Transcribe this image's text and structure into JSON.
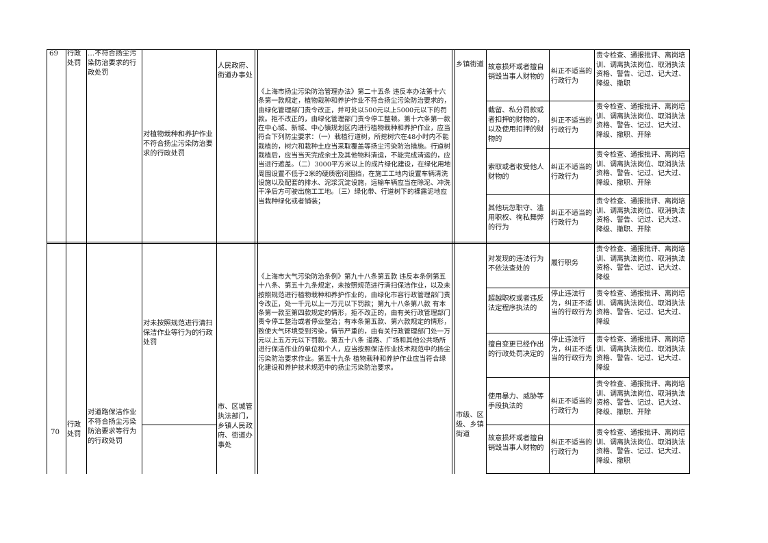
{
  "row69": {
    "num": "69",
    "category": "行政处罚",
    "item": "…不符合扬尘污染防治要求的行政处罚",
    "subitem": "对植物栽种和养护作业不符合扬尘污染防治要求的行政处罚",
    "department": "人民政府、街道办事处",
    "basis": "《上海市扬尘污染防治管理办法》第二十五条 违反本办法第十六条第一款规定，植物栽种和养护作业不符合扬尘污染防治要求的，由绿化管理部门责令改正，并可处以500元以上5000元以下的罚款。拒不改正的，由绿化管理部门责令停工整顿。第十六条第一款 在中心城、新城、中心镇规划区内进行植物栽种和养护作业，应当符合下列防尘要求：（一）栽植行道树，所挖树穴在48小时内不能栽植的，树穴和栽种土应当采取覆盖等扬尘污染防治措施。行道树栽植后，应当当天完成余土及其他物料清运，不能完成清运的，应当进行遮盖。（二）3000平方米以上的成片绿化建设，在绿化用地周围设置不低于2米的硬质密闭围挡，在施工工地内设置车辆清洗设施以及配套的排水、泥浆沉淀设施，运输车辆应当在除泥、冲洗干净后方可驶出施工工地。（三）绿化带、行道树下的裸露泥地应当栽种绿化或者铺装；",
    "level": "乡镇街道",
    "entries": [
      {
        "case": "故意损坏或者擅自销毁当事人财物的",
        "cond": "纠正不适当的行政行为",
        "resp": "责令检查、通报批评、离岗培训、调离执法岗位、取消执法资格、警告、记过、记大过、降级、撤职"
      },
      {
        "case": "截留、私分罚款或者扣押的财物的，以及使用扣押的财物的",
        "cond": "纠正不适当的行政行为",
        "resp": "责令检查、通报批评、离岗培训、调离执法岗位、取消执法资格、警告、记过、记大过、降级、撤职、开除"
      },
      {
        "case": "索取或者收受他人财物的",
        "cond": "纠正不适当的行政行为",
        "resp": "责令检查、通报批评、离岗培训、调离执法岗位、取消执法资格、警告、记过、记大过、降级、撤职、开除"
      },
      {
        "case": "其他玩忽职守、滥用职权、徇私舞弊的行为",
        "cond": "纠正不适当的行政行为",
        "resp": "责令检查、通报批评、离岗培训、调离执法岗位、取消执法资格、警告、记过、记大过、降级、撤职、开除"
      }
    ]
  },
  "row70": {
    "num": "70",
    "category": "行政处罚",
    "item": "对道路保洁作业不符合扬尘污染防治要求等行为的行政处罚",
    "subitem": "对未按照规范进行清扫保洁作业等行为的行政处罚",
    "department": "市、区城管执法部门，乡镇人民政府、街道办事处",
    "basis": "《上海市大气污染防治条例》第九十八条第五款 违反本条例第五十八条、第五十九条规定，未按照规范进行清扫保洁作业，以及未按照规范进行植物栽种和养护作业的，由绿化市容行政管理部门责令改正，处一千元以上一万元以下罚款；第九十八条第八款 有本条第一款至第四款规定的情形，拒不改正的，由有关行政管理部门责令停工整治或者停业整治；有本条第五款、第六款规定的情形，致使大气环境受到污染，情节严重的，由有关行政管理部门处一万元以上五万元以下罚款。第五十八条 道路、广场和其他公共场所进行保洁作业的单位和个人，应当按照保洁作业技术规范中的扬尘污染防治要求作业。第五十九条 植物栽种和养护作业应当符合绿化建设和养护技术规范中的扬尘污染防治要求。",
    "level": "市级、区级、乡镇街道",
    "entries": [
      {
        "case": "对发现的违法行为不依法查处的",
        "cond": "履行职务",
        "resp": "责令检查、通报批评、离岗培训、调离执法岗位、取消执法资格、警告、记过、记大过、降级"
      },
      {
        "case": "超越职权或者违反法定程序执法的",
        "cond": "停止违法行为，纠正不适当的行政行为",
        "resp": "责令检查、通报批评、离岗培训、调离执法岗位、取消执法资格、警告、记过、记大过、降级"
      },
      {
        "case": "擅自变更已经作出的行政处罚决定的",
        "cond": "停止违法行为，纠正不适当的行政行为",
        "resp": "责令检查、通报批评、离岗培训、调离执法岗位、取消执法资格、警告、记过、记大过、降级"
      },
      {
        "case": "使用暴力、威胁等手段执法的",
        "cond": "纠正不适当的行政行为",
        "resp": "责令检查、通报批评、离岗培训、调离执法岗位、取消执法资格、警告、记过、记大过、降级、撤职、开除"
      },
      {
        "case": "故意损坏或者擅自销毁当事人财物的",
        "cond": "纠正不适当的行政行为",
        "resp": "责令检查、通报批评、离岗培训、调离执法岗位、取消执法资格、警告、记过、记大过、降级、撤职"
      }
    ]
  }
}
